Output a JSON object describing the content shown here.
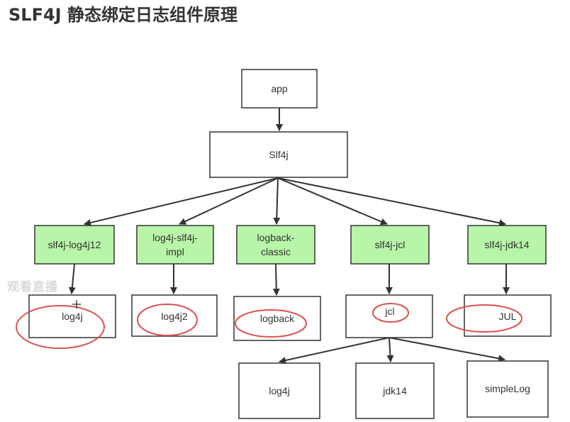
{
  "title": "SLF4J 静态绑定日志组件原理",
  "watermark": "观看直播",
  "colors": {
    "box_fill": "#ffffff",
    "binding_fill": "#b8f5a8",
    "stroke": "#333333",
    "arrow": "#333333",
    "circle": "#d9534f"
  },
  "nodes": {
    "app": {
      "label": "app"
    },
    "slf4j": {
      "label": "Slf4j"
    },
    "binding_log4j12": {
      "label": "slf4j-log4j12"
    },
    "binding_log4j_slf4j_impl": {
      "label_lines": [
        "log4j-slf4j-",
        "impl"
      ]
    },
    "binding_logback_classic": {
      "label_lines": [
        "logback-",
        "classic"
      ]
    },
    "binding_jcl": {
      "label": "slf4j-jcl"
    },
    "binding_jdk14": {
      "label": "slf4j-jdk14"
    },
    "impl_log4j": {
      "label": "log4j"
    },
    "impl_log4j2": {
      "label": "log4j2"
    },
    "impl_logback": {
      "label": "logback"
    },
    "impl_jcl": {
      "label": "jcl"
    },
    "impl_jul": {
      "label": "JUL"
    },
    "jcl_log4j": {
      "label": "log4j"
    },
    "jcl_jdk14": {
      "label": "jdk14"
    },
    "jcl_simplelog": {
      "label": "simpleLog"
    }
  }
}
